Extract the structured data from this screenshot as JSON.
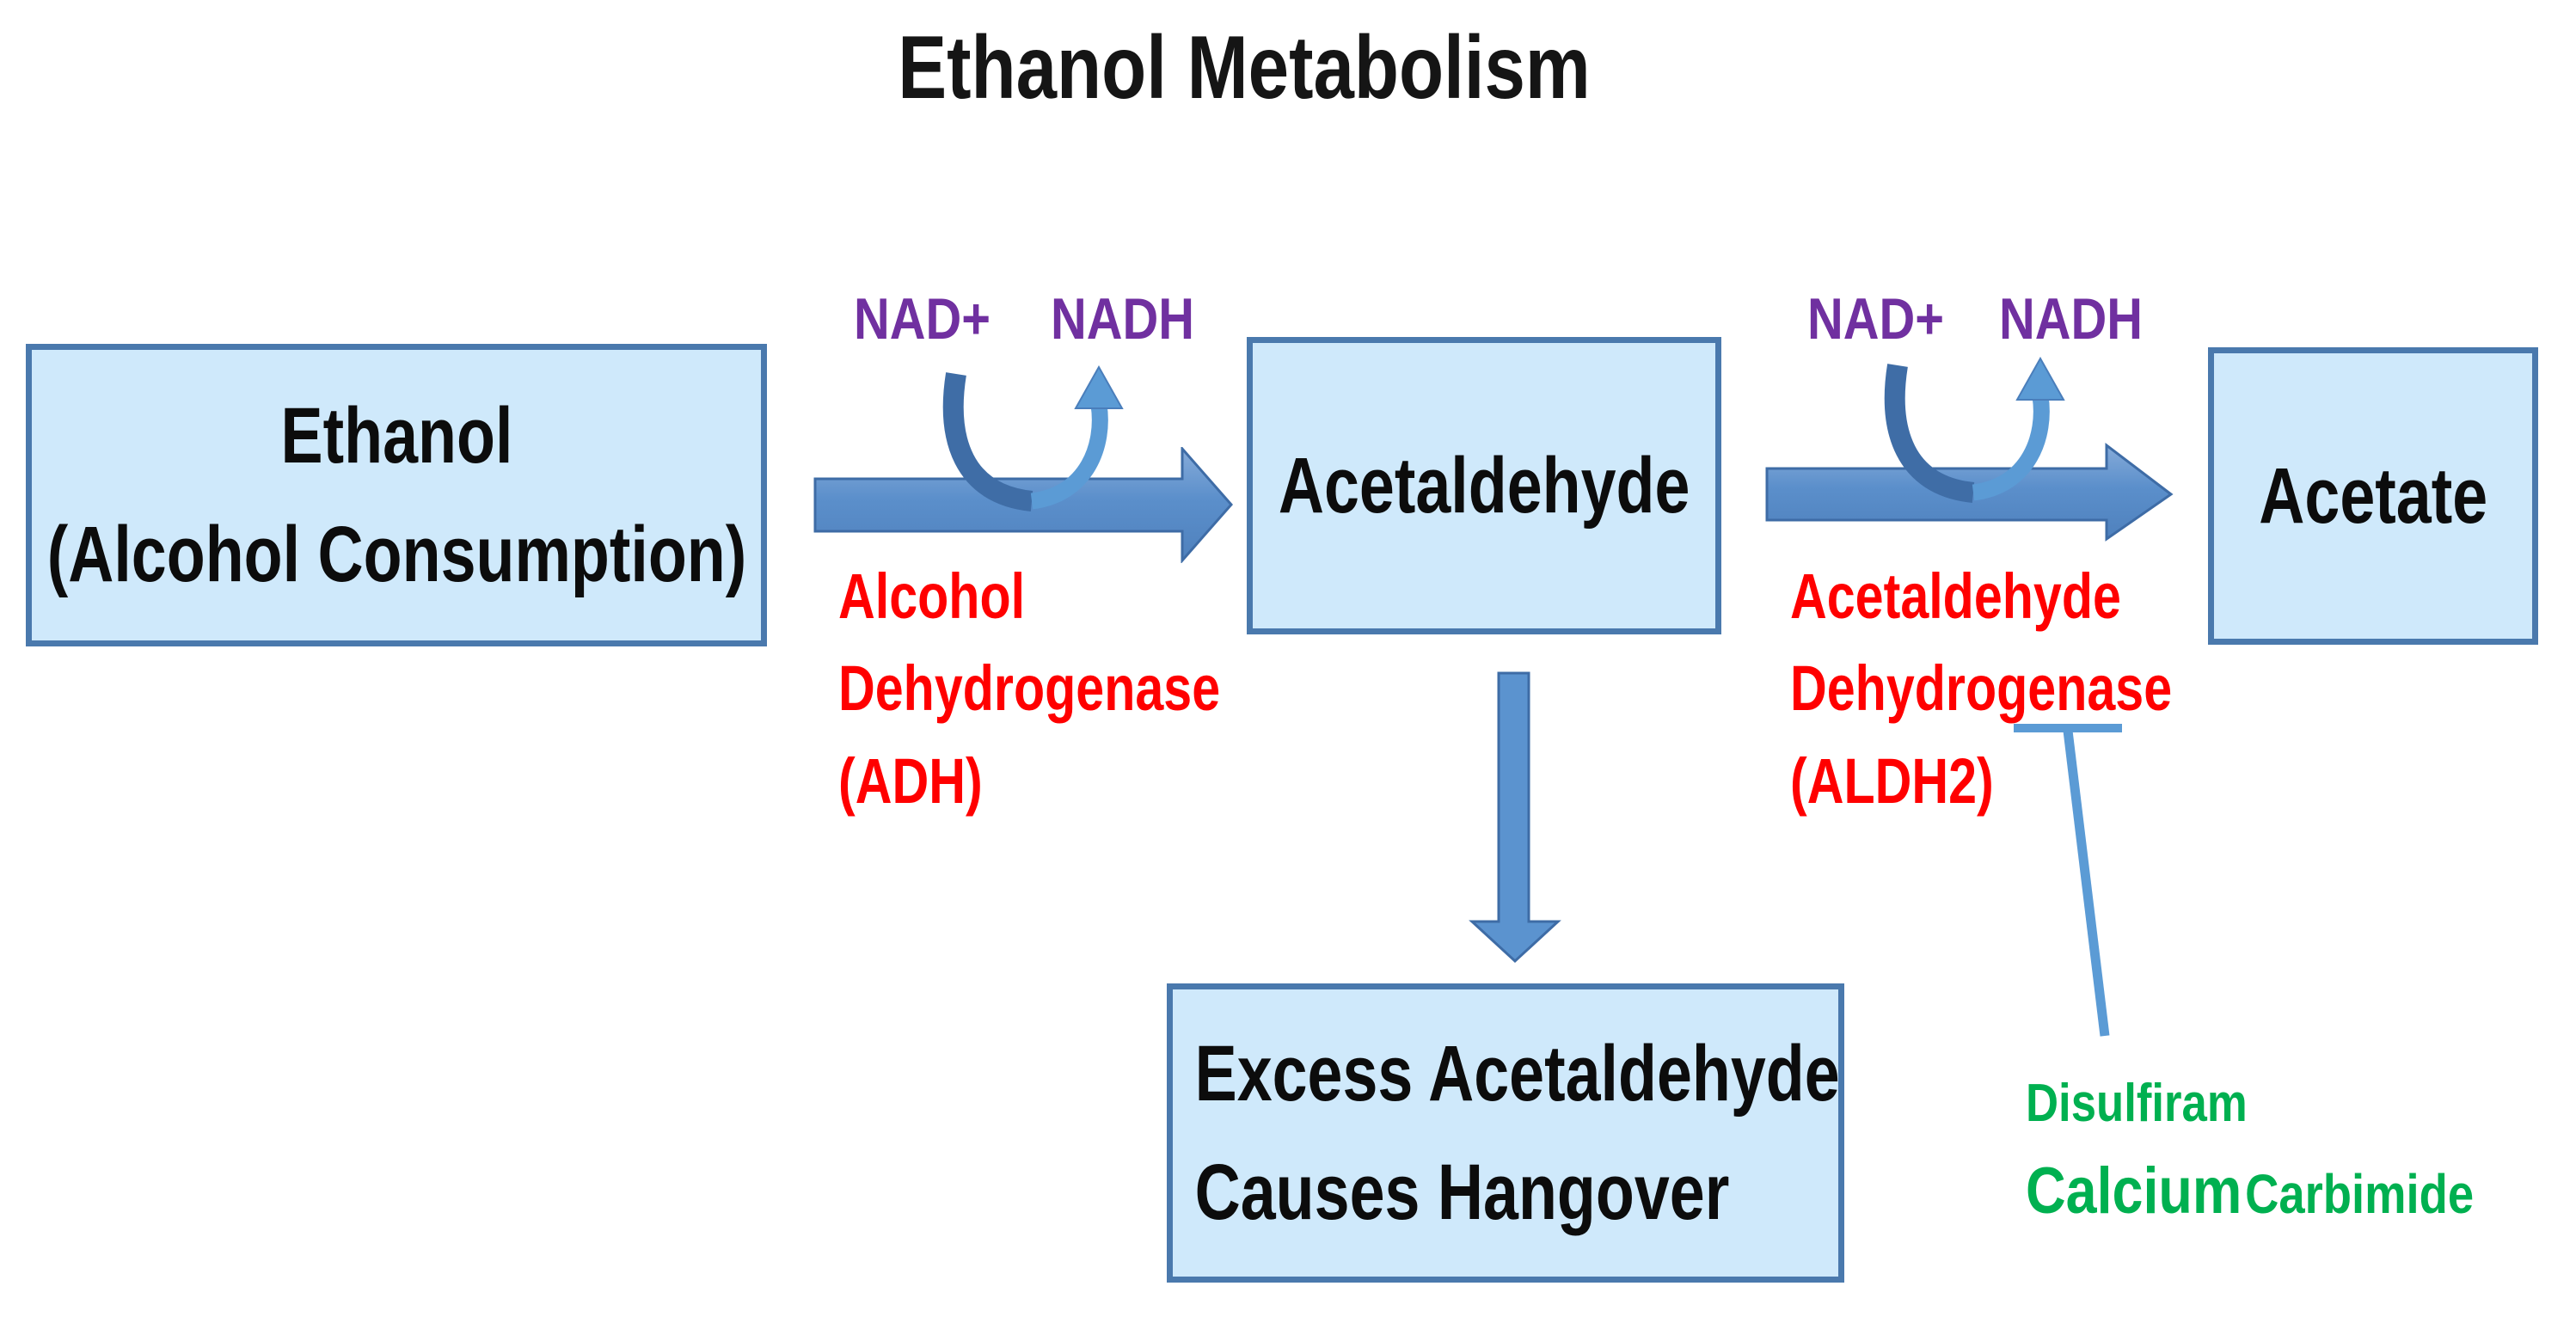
{
  "title": "Ethanol Metabolism",
  "nodes": {
    "ethanol": {
      "line1": "Ethanol",
      "line2": "(Alcohol Consumption)"
    },
    "acetaldehyde": {
      "label": "Acetaldehyde"
    },
    "acetate": {
      "label": "Acetate"
    },
    "hangover": {
      "line1": "Excess Acetaldehyde",
      "line2": "Causes Hangover"
    }
  },
  "reactions": [
    {
      "cofactor_in": "NAD+",
      "cofactor_out": "NADH",
      "enzyme_line1": "Alcohol",
      "enzyme_line2": "Dehydrogenase",
      "enzyme_line3": "(ADH)"
    },
    {
      "cofactor_in": "NAD+",
      "cofactor_out": "NADH",
      "enzyme_line1": "Acetaldehyde",
      "enzyme_line2": "Dehydrogenase",
      "enzyme_line3": "(ALDH2)"
    }
  ],
  "inhibitors": {
    "line1": "Disulfiram",
    "line2_emphasis": "Calcium",
    "line2_rest": "Carbimide"
  },
  "icons": {
    "reaction_arrow": "right-block-arrow",
    "nad_cycle": "u-turn-curved-arrow",
    "hangover_arrow": "down-block-arrow",
    "inhibition": "t-bar-inhibition-line"
  },
  "colors": {
    "box_fill": "#cfe9fb",
    "box_border": "#4a79ad",
    "arrow_light": "#7fa8d9",
    "arrow_main": "#4f81bd",
    "arrow_outline": "#3e6ca6",
    "curve_dark": "#3f6da6",
    "curve_light": "#5b9bd5",
    "cofactor_purple": "#7030a0",
    "enzyme_red": "#ff0000",
    "inhibitor_green": "#00b050",
    "text_black": "#0c0c0c"
  }
}
